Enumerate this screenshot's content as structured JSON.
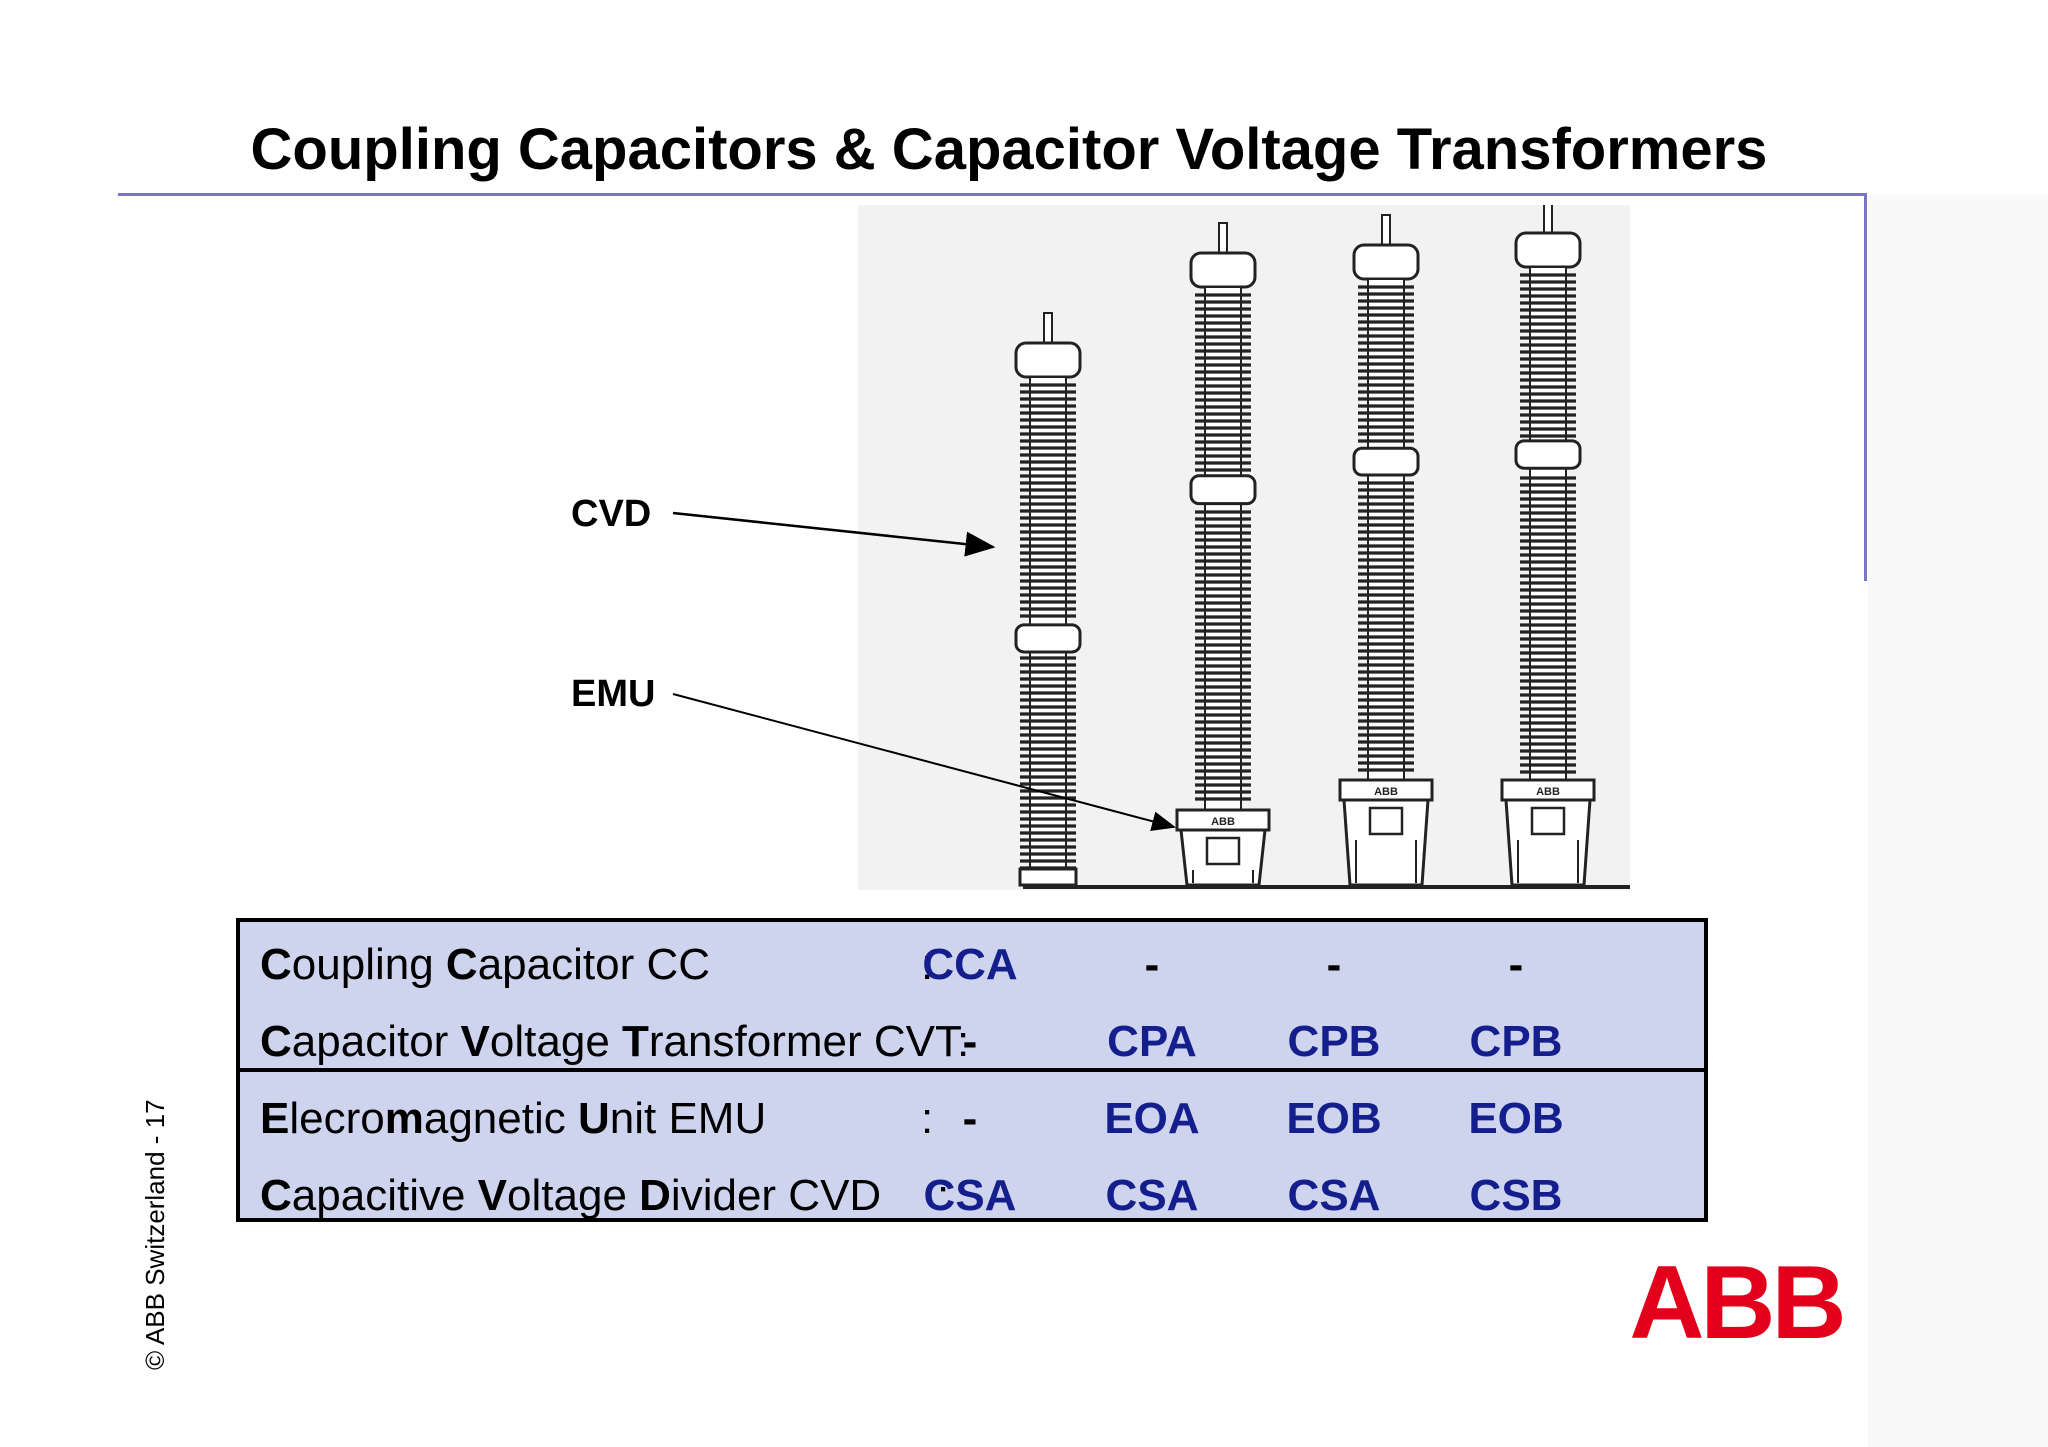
{
  "title": "Coupling Capacitors &  Capacitor Voltage Transformers",
  "figure": {
    "callouts": {
      "cvd": "CVD",
      "emu": "EMU"
    },
    "plate_label": "ABB"
  },
  "table": {
    "rows": [
      {
        "parts": [
          {
            "b": "C"
          },
          {
            "t": "oupling "
          },
          {
            "b": "C"
          },
          {
            "t": "apacitor CC"
          }
        ],
        "colon": ":",
        "codes": [
          "CCA",
          "-",
          "-",
          "-"
        ]
      },
      {
        "parts": [
          {
            "b": "C"
          },
          {
            "t": "apacitor "
          },
          {
            "b": "V"
          },
          {
            "t": "oltage "
          },
          {
            "b": "T"
          },
          {
            "t": "ransformer CVT:"
          }
        ],
        "colon": "",
        "codes": [
          "-",
          "CPA",
          "CPB",
          "CPB"
        ]
      },
      {
        "parts": [
          {
            "b": "E"
          },
          {
            "t": "lecro"
          },
          {
            "b": "m"
          },
          {
            "t": "agnetic "
          },
          {
            "b": "U"
          },
          {
            "t": "nit EMU"
          }
        ],
        "colon": ":",
        "codes": [
          "-",
          "EOA",
          "EOB",
          "EOB"
        ]
      },
      {
        "parts": [
          {
            "b": "C"
          },
          {
            "t": "apacitive "
          },
          {
            "b": "V"
          },
          {
            "t": "oltage "
          },
          {
            "b": "D"
          },
          {
            "t": "ivider CVD"
          }
        ],
        "colon": ":",
        "codes": [
          "CSA",
          "CSA",
          "CSA",
          "CSB"
        ]
      }
    ]
  },
  "footer": {
    "copyright": "© ABB Switzerland - 17",
    "logo": "ABB"
  },
  "colors": {
    "rule": "#7676c4",
    "table_bg": "#cfd4ee",
    "code": "#141e8c",
    "logo": "#e2001a"
  }
}
